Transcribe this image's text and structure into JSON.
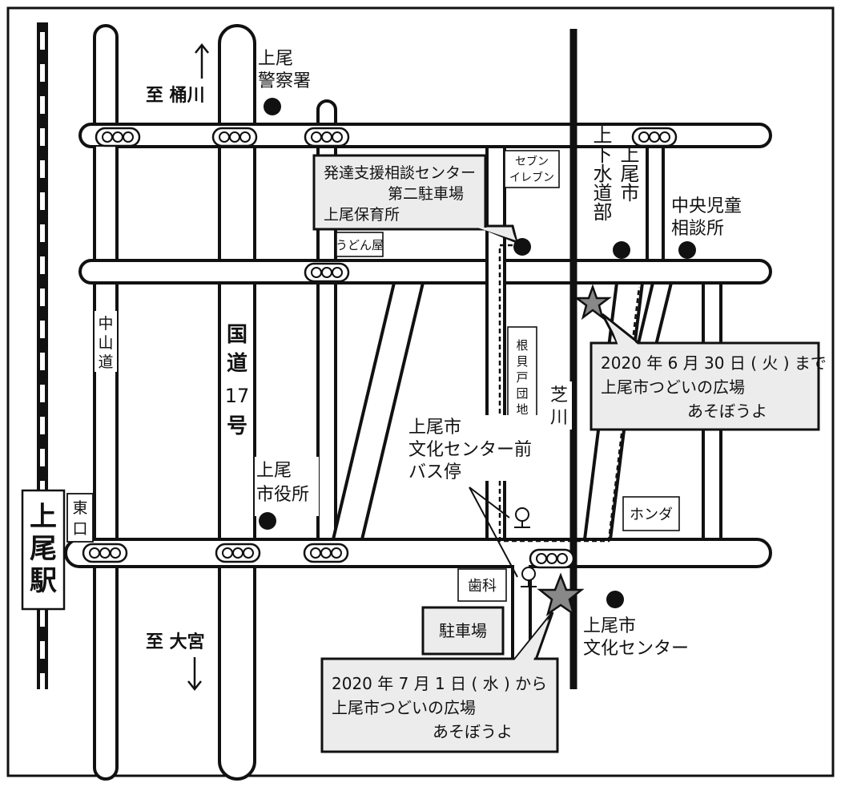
{
  "map": {
    "directions": {
      "north": "至 桶川",
      "south": "至 大宮"
    },
    "roads": {
      "nakasendo": [
        "中",
        "山",
        "道"
      ],
      "route17": [
        "国",
        "道",
        "17",
        "号"
      ],
      "river": [
        "芝",
        "川"
      ]
    },
    "station": {
      "name": [
        "上",
        "尾",
        "駅"
      ],
      "exit": [
        "東",
        "口"
      ]
    },
    "places": {
      "police": [
        "上尾",
        "警察署"
      ],
      "city_hall": [
        "上尾",
        "市役所"
      ],
      "sewer_columns": [
        "上尾市",
        "上下水道部"
      ],
      "child_center": [
        "中央児童",
        "相談所"
      ],
      "culture_center": [
        "上尾市",
        "文化センター"
      ],
      "bus_stop": [
        "上尾市",
        "文化センター前",
        "バス停"
      ],
      "seven_eleven": [
        "セブン",
        "イレブン"
      ],
      "udon": "うどん屋",
      "danchi": [
        "根",
        "貝",
        "戸",
        "団",
        "地"
      ],
      "honda": "ホンダ",
      "dental": "歯科",
      "parking": "駐車場"
    },
    "callouts": {
      "support_center": [
        "発達支援相談センター",
        "第二駐車場",
        "上尾保育所"
      ],
      "until": [
        "2020 年 6 月 30 日 ( 火 ) まで",
        "上尾市つどいの広場",
        "あそぼうよ"
      ],
      "from": [
        "2020 年 7 月 1 日 ( 水 ) から",
        "上尾市つどいの広場",
        "あそぼうよ"
      ]
    },
    "icons": [
      "traffic-signal-icon",
      "star-marker-icon",
      "bus-stop-icon",
      "location-dot-icon",
      "arrow-up-icon",
      "arrow-down-icon"
    ],
    "colors": {
      "star": "#888888",
      "callout_bg": "#ececec",
      "line": "#111111"
    }
  }
}
